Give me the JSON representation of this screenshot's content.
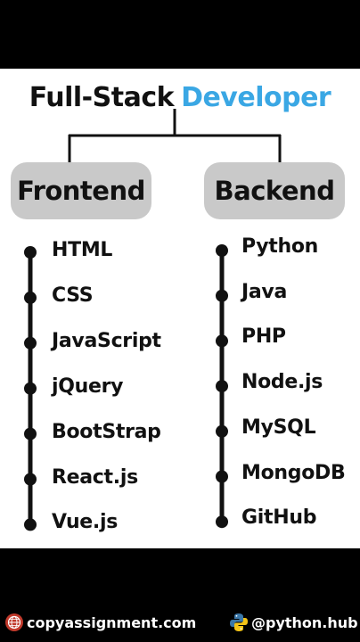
{
  "title": {
    "part1": "Full-Stack",
    "part2": "Developer"
  },
  "frontend": {
    "label": "Frontend",
    "items": [
      "HTML",
      "CSS",
      "JavaScript",
      "jQuery",
      "BootStrap",
      "React.js",
      "Vue.js"
    ]
  },
  "backend": {
    "label": "Backend",
    "items": [
      "Python",
      "Java",
      "PHP",
      "Node.js",
      "MySQL",
      "MongoDB",
      "GitHub"
    ]
  },
  "footer": {
    "left": "copyassignment.com",
    "right": "@python.hub"
  },
  "colors": {
    "accent": "#3aa7e4",
    "pill": "#c9c9c9",
    "line": "#111111"
  },
  "icons": {
    "left": "globe-icon",
    "right": "python-logo-icon"
  }
}
